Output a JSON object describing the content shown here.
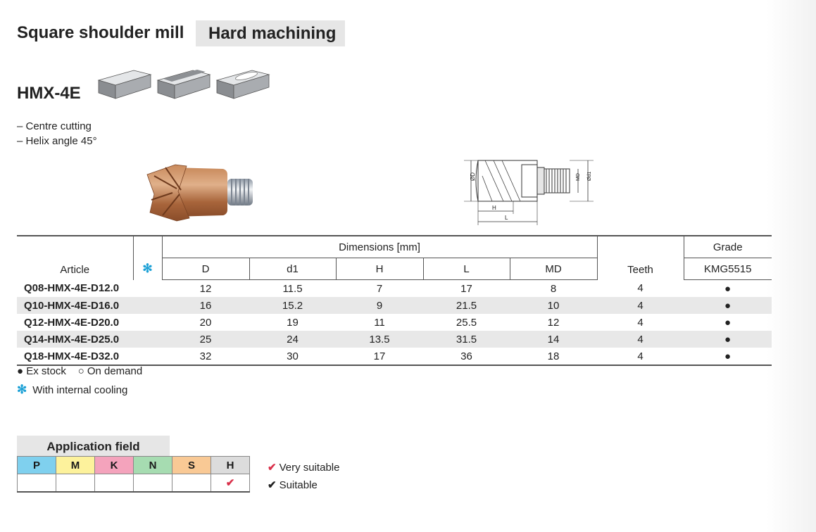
{
  "header": {
    "title": "Square shoulder mill",
    "tag": "Hard machining"
  },
  "model": "HMX-4E",
  "features": [
    "– Centre cutting",
    "– Helix angle 45°"
  ],
  "drawing_labels": {
    "D": "ØD",
    "d1": "Ød1",
    "MD": "MD",
    "H": "H",
    "L": "L"
  },
  "table": {
    "group_header": "Dimensions [mm]",
    "grade_header": "Grade",
    "article_header": "Article",
    "cooling_icon": "snowflake-icon",
    "dim_columns": [
      "D",
      "d1",
      "H",
      "L",
      "MD"
    ],
    "teeth_header": "Teeth",
    "grade_name": "KMG5515",
    "rows": [
      {
        "article": "Q08-HMX-4E-D12.0",
        "D": "12",
        "d1": "11.5",
        "H": "7",
        "L": "17",
        "MD": "8",
        "teeth": "4",
        "grade": "●"
      },
      {
        "article": "Q10-HMX-4E-D16.0",
        "D": "16",
        "d1": "15.2",
        "H": "9",
        "L": "21.5",
        "MD": "10",
        "teeth": "4",
        "grade": "●"
      },
      {
        "article": "Q12-HMX-4E-D20.0",
        "D": "20",
        "d1": "19",
        "H": "11",
        "L": "25.5",
        "MD": "12",
        "teeth": "4",
        "grade": "●"
      },
      {
        "article": "Q14-HMX-4E-D25.0",
        "D": "25",
        "d1": "24",
        "H": "13.5",
        "L": "31.5",
        "MD": "14",
        "teeth": "4",
        "grade": "●"
      },
      {
        "article": "Q18-HMX-4E-D32.0",
        "D": "32",
        "d1": "30",
        "H": "17",
        "L": "36",
        "MD": "18",
        "teeth": "4",
        "grade": "●"
      }
    ]
  },
  "legend": {
    "stock": "● Ex stock",
    "demand": "○ On demand",
    "snowflake": "✻",
    "cooling": "With internal cooling"
  },
  "application": {
    "title": "Application field",
    "groups": [
      {
        "letter": "P",
        "color": "#7fd0ee",
        "mark": ""
      },
      {
        "letter": "M",
        "color": "#fdf29c",
        "mark": ""
      },
      {
        "letter": "K",
        "color": "#f4a3bc",
        "mark": ""
      },
      {
        "letter": "N",
        "color": "#a6dcb1",
        "mark": ""
      },
      {
        "letter": "S",
        "color": "#f9c995",
        "mark": ""
      },
      {
        "letter": "H",
        "color": "#dcdcdc",
        "mark": "✔"
      }
    ],
    "check_mark": "✔",
    "very_suitable": "Very suitable",
    "suitable": "Suitable",
    "very_suitable_color": "#d9304a"
  }
}
